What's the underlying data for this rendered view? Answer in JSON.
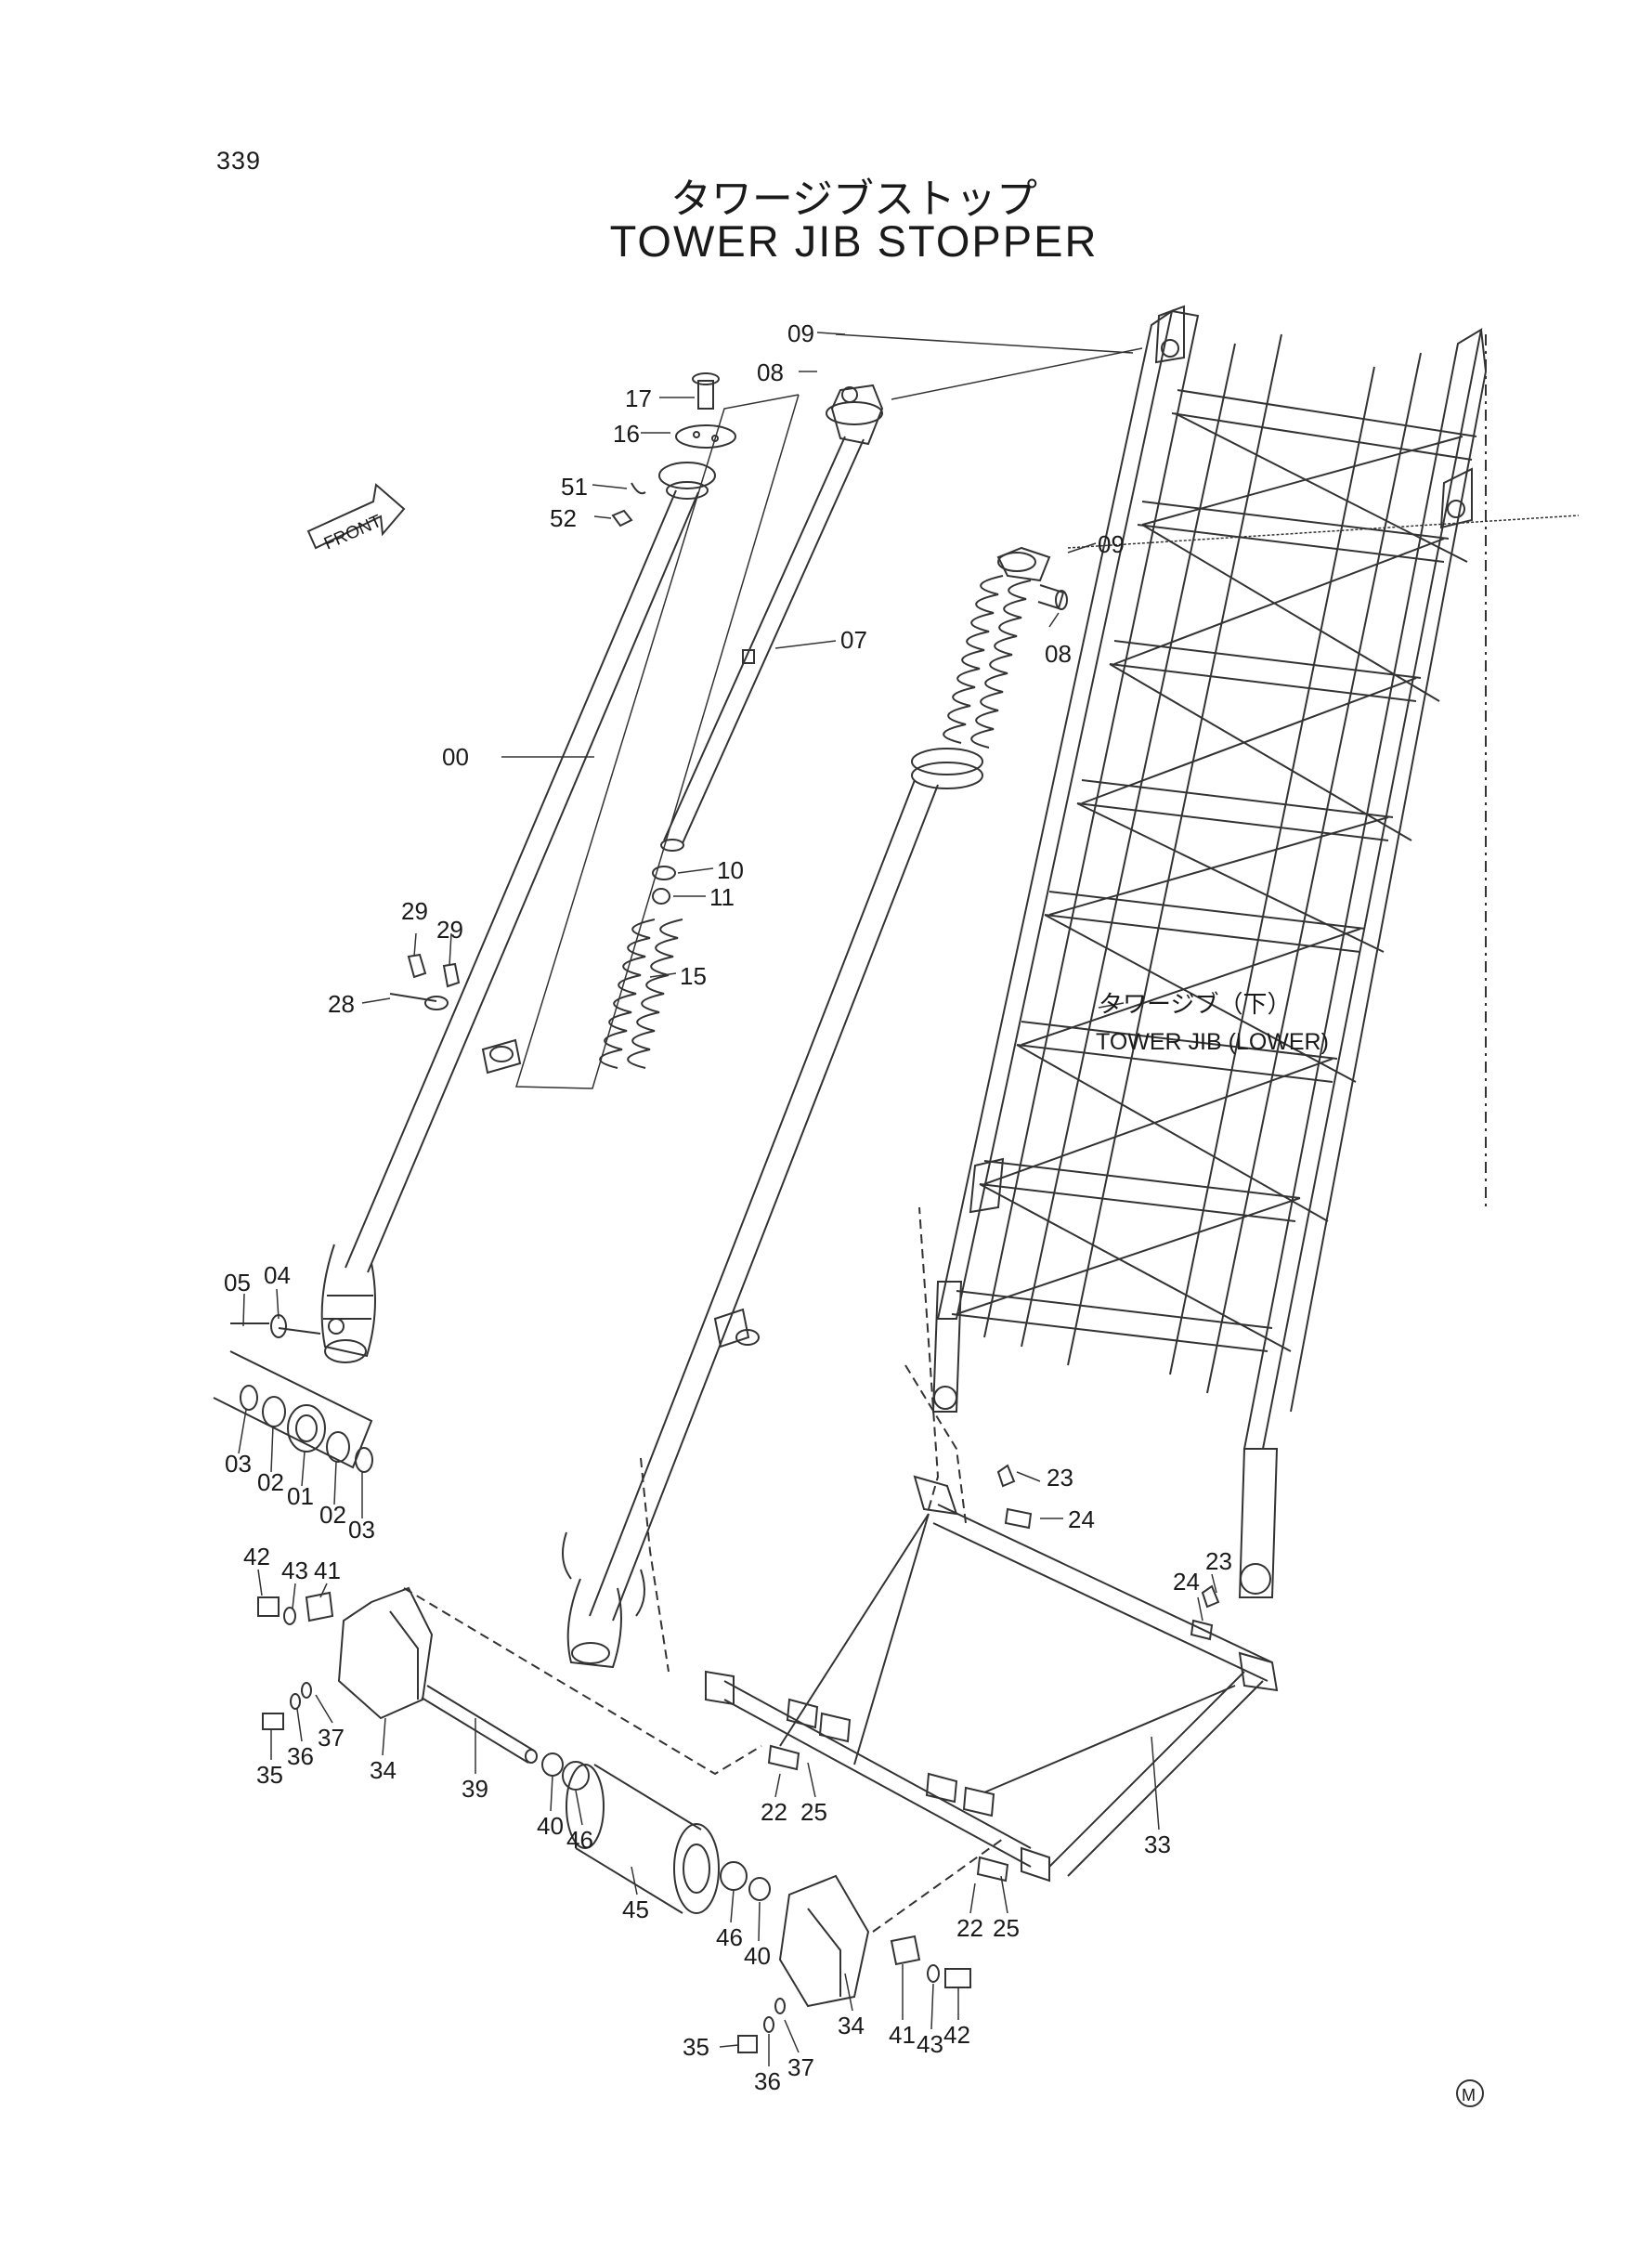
{
  "page_number": "339",
  "title_jp": "タワージブストップ",
  "title_en": "TOWER JIB STOPPER",
  "front_tag": "FRONT",
  "subassembly": {
    "label_jp": "タワージブ（下）",
    "label_en": "TOWER JIB (LOWER)"
  },
  "mark": "M",
  "part_labels": {
    "p09a": "09",
    "p08a": "08",
    "p17": "17",
    "p16": "16",
    "p51": "51",
    "p52": "52",
    "p09b": "09",
    "p08b": "08",
    "p07": "07",
    "p00": "00",
    "p10": "10",
    "p11": "11",
    "p15": "15",
    "p29a": "29",
    "p29b": "29",
    "p28": "28",
    "p05": "05",
    "p04": "04",
    "p03a": "03",
    "p02a": "02",
    "p01": "01",
    "p02b": "02",
    "p03b": "03",
    "p23a": "23",
    "p24a": "24",
    "p23b": "23",
    "p24b": "24",
    "p42a": "42",
    "p43a": "43",
    "p41a": "41",
    "p35a": "35",
    "p36a": "36",
    "p37a": "37",
    "p34a": "34",
    "p39": "39",
    "p22a": "22",
    "p25a": "25",
    "p40a": "40",
    "p46a": "46",
    "p45": "45",
    "p33": "33",
    "p22b": "22",
    "p25b": "25",
    "p46b": "46",
    "p40b": "40",
    "p34b": "34",
    "p41b": "41",
    "p43b": "43",
    "p42b": "42",
    "p35b": "35",
    "p36b": "36",
    "p37b": "37"
  }
}
